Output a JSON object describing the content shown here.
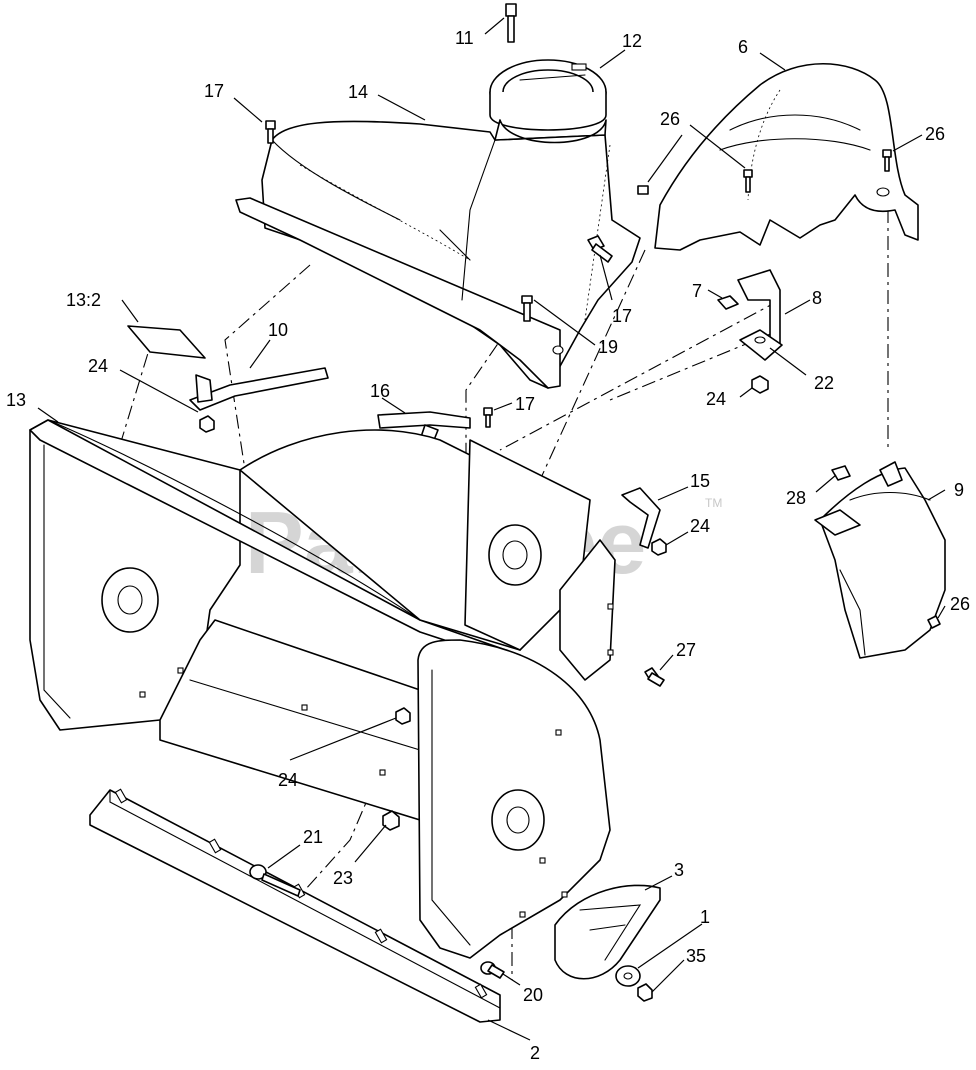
{
  "watermark": {
    "text": "PartsTree",
    "trademark": "TM"
  },
  "callouts": [
    {
      "id": "c-11a",
      "label": "11"
    },
    {
      "id": "c-12",
      "label": "12"
    },
    {
      "id": "c-6",
      "label": "6"
    },
    {
      "id": "c-17a",
      "label": "17"
    },
    {
      "id": "c-14",
      "label": "14"
    },
    {
      "id": "c-26a",
      "label": "26"
    },
    {
      "id": "c-26b",
      "label": "26"
    },
    {
      "id": "c-7",
      "label": "7"
    },
    {
      "id": "c-8",
      "label": "8"
    },
    {
      "id": "c-17b",
      "label": "17"
    },
    {
      "id": "c-13-2",
      "label": "13:2"
    },
    {
      "id": "c-10",
      "label": "10"
    },
    {
      "id": "c-19",
      "label": "19"
    },
    {
      "id": "c-22",
      "label": "22"
    },
    {
      "id": "c-24a",
      "label": "24"
    },
    {
      "id": "c-24b",
      "label": "24"
    },
    {
      "id": "c-13",
      "label": "13"
    },
    {
      "id": "c-16",
      "label": "16"
    },
    {
      "id": "c-17c",
      "label": "17"
    },
    {
      "id": "c-15",
      "label": "15"
    },
    {
      "id": "c-28",
      "label": "28"
    },
    {
      "id": "c-9",
      "label": "9"
    },
    {
      "id": "c-24c",
      "label": "24"
    },
    {
      "id": "c-26c",
      "label": "26"
    },
    {
      "id": "c-27",
      "label": "27"
    },
    {
      "id": "c-24d",
      "label": "24"
    },
    {
      "id": "c-21",
      "label": "21"
    },
    {
      "id": "c-23",
      "label": "23"
    },
    {
      "id": "c-3",
      "label": "3"
    },
    {
      "id": "c-1",
      "label": "1"
    },
    {
      "id": "c-35",
      "label": "35"
    },
    {
      "id": "c-20",
      "label": "20"
    },
    {
      "id": "c-2",
      "label": "2"
    }
  ]
}
